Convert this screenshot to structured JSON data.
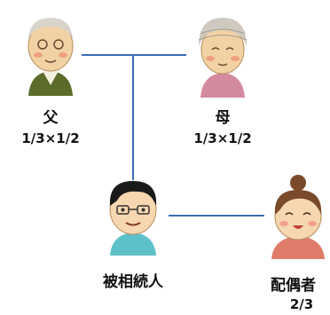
{
  "father": {
    "label": "父",
    "fraction": "1/3×1/2"
  },
  "mother": {
    "label": "母",
    "fraction": "1/3×1/2"
  },
  "deceased": {
    "label": "被相続人"
  },
  "spouse": {
    "label": "配偶者",
    "fraction": "2/3"
  },
  "colors": {
    "line": "#3b6db3",
    "father_shirt": "#5b6b2a",
    "mother_shirt": "#d48a9e",
    "deceased_shirt": "#5ec1c9",
    "spouse_shirt": "#e07d6a"
  }
}
